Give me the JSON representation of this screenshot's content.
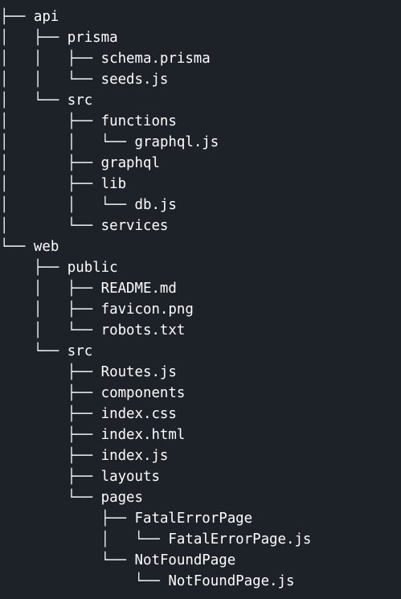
{
  "tree": {
    "lines": [
      {
        "prefix": "├── ",
        "name": "api"
      },
      {
        "prefix": "│   ├── ",
        "name": "prisma"
      },
      {
        "prefix": "│   │   ├── ",
        "name": "schema.prisma"
      },
      {
        "prefix": "│   │   └── ",
        "name": "seeds.js"
      },
      {
        "prefix": "│   └── ",
        "name": "src"
      },
      {
        "prefix": "│       ├── ",
        "name": "functions"
      },
      {
        "prefix": "│       │   └── ",
        "name": "graphql.js"
      },
      {
        "prefix": "│       ├── ",
        "name": "graphql"
      },
      {
        "prefix": "│       ├── ",
        "name": "lib"
      },
      {
        "prefix": "│       │   └── ",
        "name": "db.js"
      },
      {
        "prefix": "│       └── ",
        "name": "services"
      },
      {
        "prefix": "└── ",
        "name": "web"
      },
      {
        "prefix": "    ├── ",
        "name": "public"
      },
      {
        "prefix": "    │   ├── ",
        "name": "README.md"
      },
      {
        "prefix": "    │   ├── ",
        "name": "favicon.png"
      },
      {
        "prefix": "    │   └── ",
        "name": "robots.txt"
      },
      {
        "prefix": "    └── ",
        "name": "src"
      },
      {
        "prefix": "        ├── ",
        "name": "Routes.js"
      },
      {
        "prefix": "        ├── ",
        "name": "components"
      },
      {
        "prefix": "        ├── ",
        "name": "index.css"
      },
      {
        "prefix": "        ├── ",
        "name": "index.html"
      },
      {
        "prefix": "        ├── ",
        "name": "index.js"
      },
      {
        "prefix": "        ├── ",
        "name": "layouts"
      },
      {
        "prefix": "        └── ",
        "name": "pages"
      },
      {
        "prefix": "            ├── ",
        "name": "FatalErrorPage"
      },
      {
        "prefix": "            │   └── ",
        "name": "FatalErrorPage.js"
      },
      {
        "prefix": "            └── ",
        "name": "NotFoundPage"
      },
      {
        "prefix": "                └── ",
        "name": "NotFoundPage.js"
      }
    ]
  },
  "colors": {
    "background": "#1d2229",
    "text": "#ffffff"
  }
}
